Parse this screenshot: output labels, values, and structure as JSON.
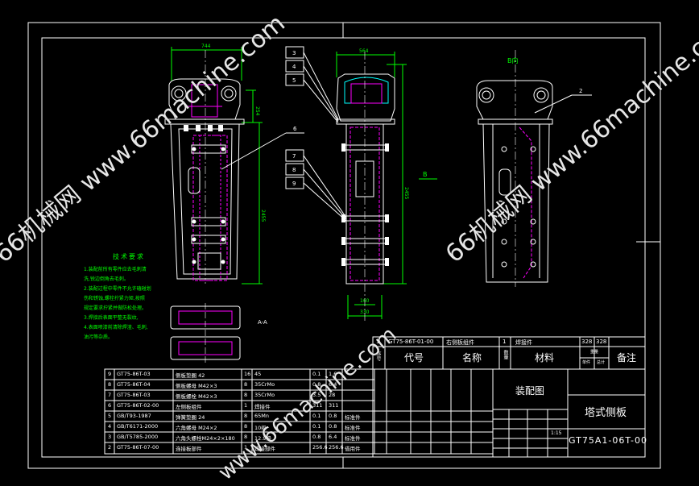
{
  "tech_requirements": {
    "title": "技术要求",
    "lines": [
      "1.装配前所有零件应去毛刺清",
      "洗,锐边倒角去毛刺。",
      "2.装配过程中零件不允许磕碰划",
      "伤和锈蚀,螺栓拧紧力矩,按照",
      "规定要求拧紧并做防松处理。",
      "3.焊接后表面平整无裂纹,",
      "4.表面喷漆前清除焊渣、毛刺,",
      "油污等杂质。"
    ]
  },
  "view_label_right": "B向",
  "section_label": "A-A",
  "label_b": "B",
  "balloons_mid": [
    "3",
    "4",
    "5",
    "7",
    "8",
    "9"
  ],
  "balloon_left": "6",
  "balloon_right": "2",
  "title_block": {
    "part_row": {
      "no": "1",
      "code": "GT75-86T-01-00",
      "name": "右侧板组件",
      "qty": "1",
      "material": "焊接件",
      "w1": "328",
      "w2": "328"
    },
    "header": {
      "code": "代号",
      "name": "名称",
      "material": "材料",
      "note": "备注",
      "seq": "序号",
      "qty": "数量",
      "single": "单件",
      "total": "总计",
      "weight": "重量"
    },
    "drawing_type": "装配图",
    "drawing_name": "塔式侧板",
    "drawing_no": "GT75A1-06T-00",
    "scale": "1:15"
  },
  "parts": [
    {
      "no": "9",
      "code": "GT75-86T-03",
      "name": "侧板垫圈 42",
      "qty": "16",
      "material": "45",
      "w1": "0.1",
      "w2": "1.6",
      "note": ""
    },
    {
      "no": "8",
      "code": "GT75-86T-04",
      "name": "侧板螺母 M42×3",
      "qty": "8",
      "material": "35CrMo",
      "w1": "0.8",
      "w2": "6.4",
      "note": ""
    },
    {
      "no": "7",
      "code": "GT75-86T-03",
      "name": "侧板螺栓 M42×3",
      "qty": "8",
      "material": "35CrMo",
      "w1": "3.5",
      "w2": "28",
      "note": ""
    },
    {
      "no": "6",
      "code": "GT75-86T-02-00",
      "name": "左侧板组件",
      "qty": "1",
      "material": "焊接件",
      "w1": "311",
      "w2": "311",
      "note": ""
    },
    {
      "no": "5",
      "code": "GB/T93-1987",
      "name": "弹簧垫圈 24",
      "qty": "8",
      "material": "65Mn",
      "w1": "0.1",
      "w2": "0.8",
      "note": "标准件"
    },
    {
      "no": "4",
      "code": "GB/T6171-2000",
      "name": "六角螺母 M24×2",
      "qty": "8",
      "material": "10级",
      "w1": "0.1",
      "w2": "0.8",
      "note": "标准件"
    },
    {
      "no": "3",
      "code": "GB/T5785-2000",
      "name": "六角头螺栓M24×2×180",
      "qty": "8",
      "material": "12.9级",
      "w1": "0.8",
      "w2": "6.4",
      "note": "标准件"
    },
    {
      "no": "2",
      "code": "GT75-86T-07-00",
      "name": "连接板部件",
      "qty": "1",
      "material": "焊接部件",
      "w1": "256.6",
      "w2": "256.6",
      "note": "借用件"
    }
  ],
  "watermarks": [
    "66机械网 www.66machine.com",
    "66机械网 www.66machine.com",
    "www.66machine.com"
  ],
  "colors": {
    "background": "#000000",
    "frame": "#ffffff",
    "part": "#ffffff",
    "hidden": "#ff00ff",
    "dimension": "#00ff00",
    "section": "#ff00ff"
  }
}
